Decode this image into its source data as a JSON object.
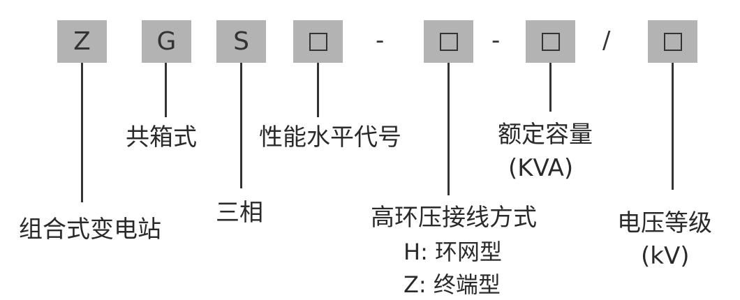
{
  "code_boxes": {
    "box1": "Z",
    "box2": "G",
    "box3": "S",
    "box4": "",
    "box5": "",
    "box6": "",
    "box7": ""
  },
  "separators": {
    "sep1": "-",
    "sep2": "-",
    "sep3": "/"
  },
  "labels": {
    "combined_substation": "组合式变电站",
    "common_tank": "共箱式",
    "three_phase": "三相",
    "performance_code": "性能水平代号",
    "rated_capacity": "额定容量",
    "rated_capacity_unit": "(KVA)",
    "hv_wiring": "高环压接线方式",
    "hv_option_h": "H: 环网型",
    "hv_option_z": "Z: 终端型",
    "voltage_level": "电压等级",
    "voltage_unit": "(kV)"
  },
  "colors": {
    "box_fill": "#b3b3b3",
    "line": "#333333",
    "text": "#2a2a2a"
  }
}
